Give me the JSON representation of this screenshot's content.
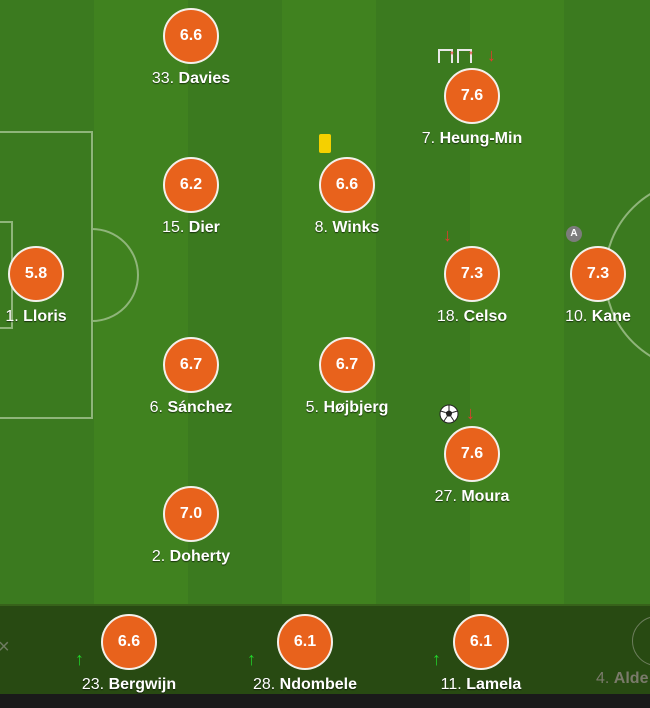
{
  "starters": [
    {
      "id": "davies",
      "number": "33.",
      "name": "Davies",
      "rating": "6.6"
    },
    {
      "id": "heung-min",
      "number": "7.",
      "name": "Heung-Min",
      "rating": "7.6"
    },
    {
      "id": "dier",
      "number": "15.",
      "name": "Dier",
      "rating": "6.2"
    },
    {
      "id": "winks",
      "number": "8.",
      "name": "Winks",
      "rating": "6.6"
    },
    {
      "id": "lloris",
      "number": "1.",
      "name": "Lloris",
      "rating": "5.8"
    },
    {
      "id": "celso",
      "number": "18.",
      "name": "Celso",
      "rating": "7.3"
    },
    {
      "id": "kane",
      "number": "10.",
      "name": "Kane",
      "rating": "7.3"
    },
    {
      "id": "sanchez",
      "number": "6.",
      "name": "Sánchez",
      "rating": "6.7"
    },
    {
      "id": "hojbjerg",
      "number": "5.",
      "name": "Højbjerg",
      "rating": "6.7"
    },
    {
      "id": "moura",
      "number": "27.",
      "name": "Moura",
      "rating": "7.6"
    },
    {
      "id": "doherty",
      "number": "2.",
      "name": "Doherty",
      "rating": "7.0"
    }
  ],
  "bench": [
    {
      "id": "bergwijn",
      "number": "23.",
      "name": "Bergwijn",
      "rating": "6.6"
    },
    {
      "id": "ndombele",
      "number": "28.",
      "name": "Ndombele",
      "rating": "6.1"
    },
    {
      "id": "lamela",
      "number": "11.",
      "name": "Lamela",
      "rating": "6.1"
    }
  ],
  "bench_partial": {
    "number": "4.",
    "name": "Alde"
  },
  "captain_badge": "A",
  "colors": {
    "rating_fill": "#e8621c",
    "sub_off": "#e23b2e",
    "sub_on": "#22d32a",
    "yellow_card": "#f5d000"
  },
  "icons": [
    "assist-icon",
    "sub-off-arrow-icon",
    "sub-on-arrow-icon",
    "yellow-card-icon",
    "captain-icon",
    "goal-ball-icon",
    "close-icon"
  ]
}
